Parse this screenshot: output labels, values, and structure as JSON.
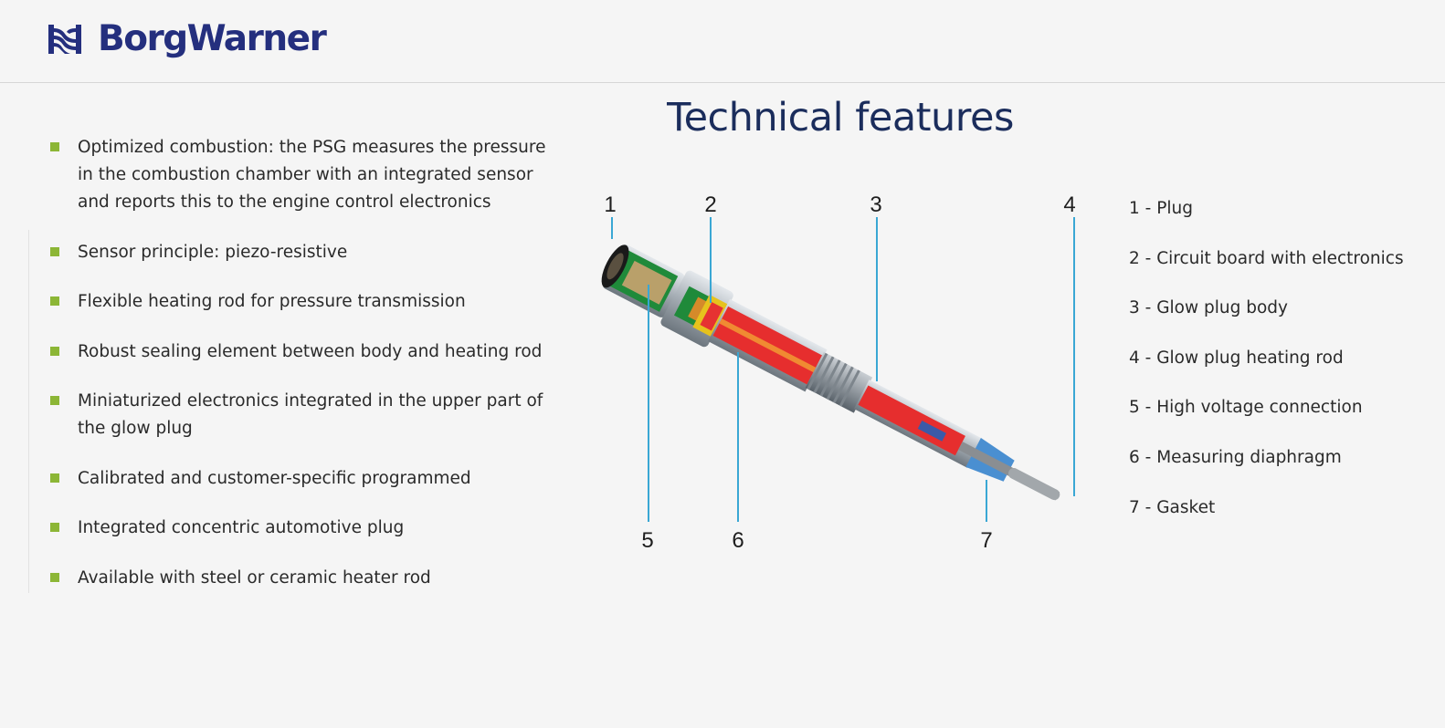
{
  "brand": {
    "name": "BorgWarner",
    "color": "#242f7e"
  },
  "title": "Technical features",
  "accent_color": "#8cb636",
  "features": [
    "Optimized combustion: the PSG measures the pressure in the combustion chamber with an integrated sensor and reports this to the engine control electronics",
    "Sensor principle: piezo-resistive",
    "Flexible heating rod for pressure transmission",
    "Robust sealing element between body and heating rod",
    "Miniaturized electronics integrated in the upper part of the glow plug",
    "Calibrated and customer-specific programmed",
    "Integrated concentric automotive plug",
    "Available with steel or ceramic heater rod"
  ],
  "callouts": [
    "1",
    "2",
    "3",
    "4",
    "5",
    "6",
    "7"
  ],
  "legend": [
    "1 - Plug",
    "2 - Circuit board with electronics",
    "3 - Glow plug body",
    "4 - Glow plug heating rod",
    "5 - High voltage connection",
    "6 - Measuring diaphragm",
    "7 - Gasket"
  ]
}
